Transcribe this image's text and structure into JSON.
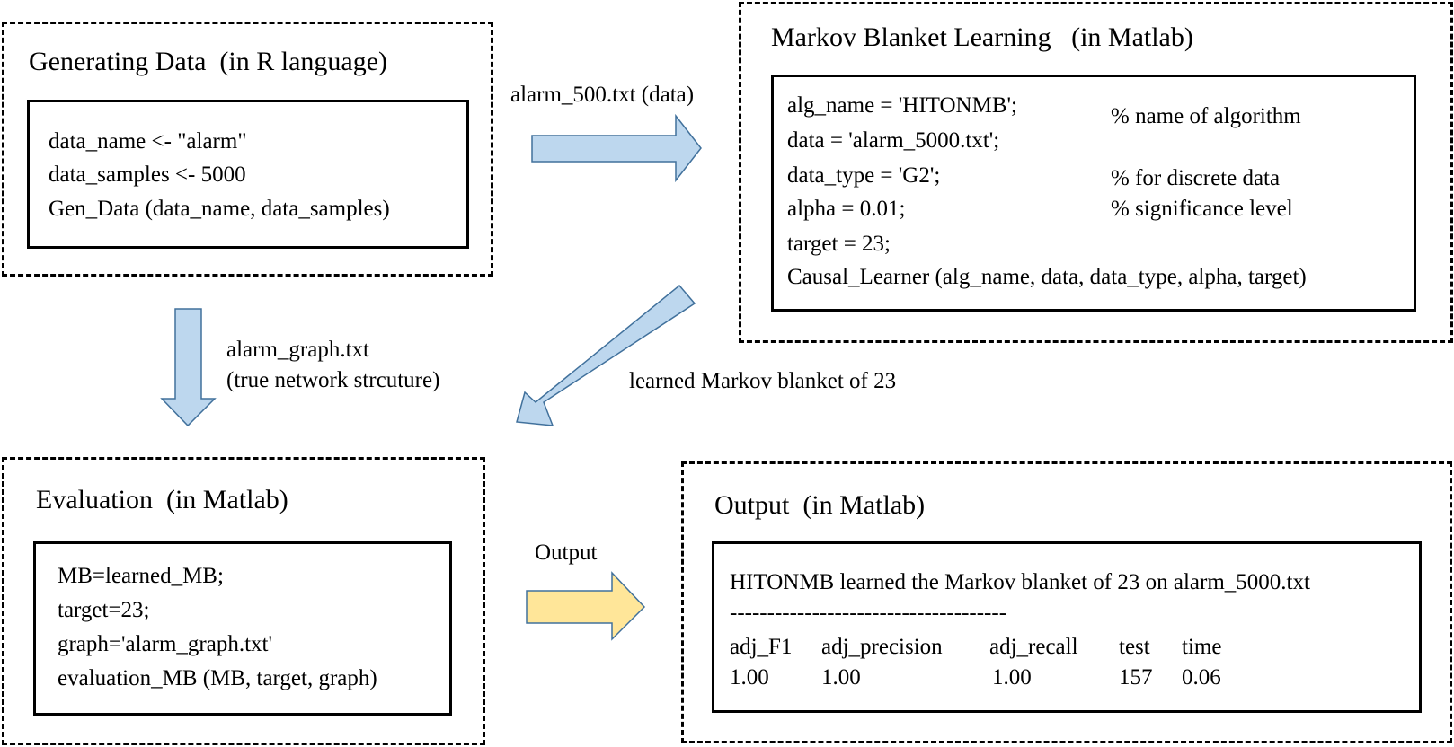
{
  "panels": {
    "generate": {
      "title": "Generating Data  (in R language)",
      "lines": [
        "data_name <- \"alarm\"",
        "data_samples <- 5000",
        "Gen_Data (data_name, data_samples)"
      ]
    },
    "mb_learning": {
      "title": "Markov Blanket Learning   (in Matlab)",
      "lines": [
        {
          "code": "alg_name = 'HITONMB';",
          "comment": "% name of algorithm"
        },
        {
          "code": "data = 'alarm_5000.txt';",
          "comment": ""
        },
        {
          "code": "data_type = 'G2';",
          "comment": "% for discrete data"
        },
        {
          "code": "alpha = 0.01;",
          "comment": "% significance level"
        },
        {
          "code": "target = 23;",
          "comment": ""
        },
        {
          "code": "Causal_Learner (alg_name, data, data_type, alpha, target)",
          "comment": ""
        }
      ]
    },
    "evaluation": {
      "title": "Evaluation  (in Matlab)",
      "lines": [
        "MB=learned_MB;",
        "target=23;",
        "graph='alarm_graph.txt'",
        "evaluation_MB (MB, target, graph)"
      ]
    },
    "output": {
      "title": "Output  (in Matlab)",
      "headline": "HITONMB learned the Markov blanket of 23 on alarm_5000.txt",
      "separator": "-------------------------------------",
      "columns": [
        "adj_F1",
        "adj_precision",
        "adj_recall",
        "test",
        "time"
      ],
      "values": [
        "1.00",
        "1.00",
        "1.00",
        "157",
        "0.06"
      ]
    }
  },
  "arrows": {
    "data_to_learning": {
      "label": "alarm_500.txt (data)",
      "color": "#bdd7ee"
    },
    "graph_to_eval": {
      "label_lines": [
        "alarm_graph.txt",
        "(true network strcuture)"
      ],
      "color": "#bdd7ee"
    },
    "learning_to_eval": {
      "label": "learned Markov blanket of 23",
      "color": "#bdd7ee"
    },
    "eval_to_output": {
      "label": "Output",
      "color": "#ffe699"
    }
  },
  "colors": {
    "arrow_stroke": "#41719c",
    "blue_arrow_fill": "#bdd7ee",
    "yellow_arrow_fill": "#ffe699"
  }
}
